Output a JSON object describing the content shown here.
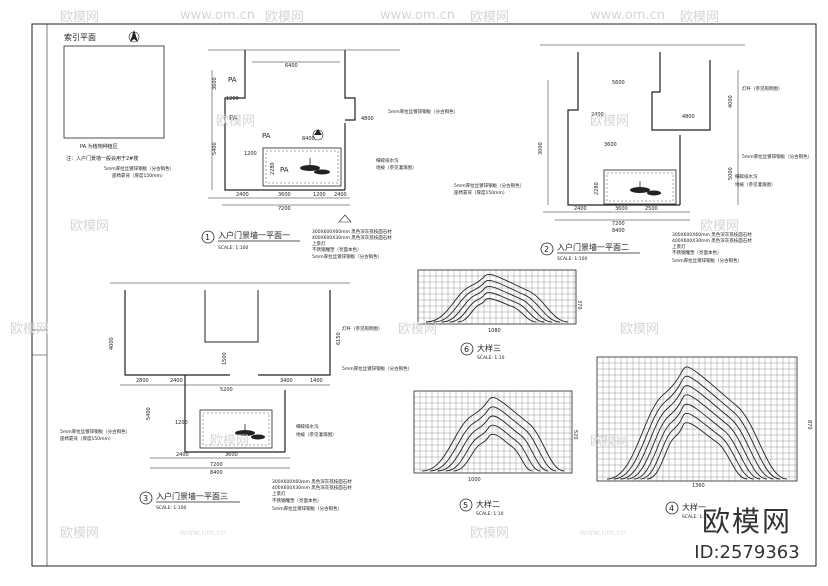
{
  "index_title": "索引平面",
  "legend": {
    "pa_note": "PA 为植物种植区",
    "entrance_note": "注：入户门景墙一般会用于2#楼"
  },
  "plan1": {
    "title": "入户门景墙一平面一",
    "scale": "SCALE: 1:100",
    "num": "1",
    "dims": [
      "6400",
      "3600",
      "1200",
      "4800",
      "5400",
      "2280",
      "1200",
      "2400",
      "3600",
      "1200",
      "2400",
      "7200",
      "8400"
    ],
    "pa": [
      "PA",
      "PA",
      "PA",
      "PA"
    ],
    "notes": [
      "5mm厚拉丝镀锌钢板（分古铜色）",
      "5mm厚拉丝镀锌钢板（分古铜色）",
      "座椅靠背（厚度150mm）",
      "300X600X60mm 黑色深灰荔枝面石材",
      "400X600X30mm 黑色深灰荔枝面石材",
      "上景灯",
      "不锈钢雕塑（亮面本色）",
      "5mm厚拉丝镀锌钢板（分古铜色）",
      "细碎排水沟",
      "地被（参见灌溉图）"
    ]
  },
  "plan2": {
    "title": "入户门景墙一平面二",
    "scale": "SCALE: 1:100",
    "num": "2",
    "dims": [
      "5600",
      "2400",
      "3600",
      "4800",
      "3000",
      "4000",
      "5000",
      "2400",
      "3600",
      "2500",
      "7200",
      "8400",
      "2280"
    ],
    "notes": [
      "灯杆（参见照明图）",
      "5mm厚拉丝镀锌钢板（分古铜色）",
      "5mm厚拉丝镀锌钢板（分古铜色）",
      "座椅靠背（厚度150mm）",
      "细碎排水沟",
      "地被（参见灌溉图）",
      "300X600X60mm 黑色深灰荔枝面石材",
      "400X600X30mm 黑色深灰荔枝面石材",
      "上景灯",
      "不锈钢雕塑（亮面本色）",
      "5mm厚拉丝镀锌钢板（分古铜色）"
    ]
  },
  "plan3": {
    "title": "入户门景墙一平面三",
    "scale": "SCALE: 1:100",
    "num": "3",
    "dims": [
      "2800",
      "2400",
      "5200",
      "3400",
      "1400",
      "4000",
      "6150",
      "1500",
      "3600",
      "1200",
      "2400",
      "7200",
      "8400",
      "5400"
    ],
    "notes": [
      "灯杆（参见照明图）",
      "5mm厚拉丝镀锌钢板（分古铜色）",
      "5mm厚拉丝镀锌钢板（分古铜色）",
      "座椅靠背（厚度150mm）",
      "细碎排水沟",
      "地被（参见灌溉图）",
      "300X600X60mm 黑色深灰荔枝面石材",
      "400X600X30mm 黑色深灰荔枝面石材",
      "上景灯",
      "不锈钢雕塑（亮面本色）",
      "5mm厚拉丝镀锌钢板（分古铜色）"
    ]
  },
  "detail4": {
    "num": "4",
    "title": "大样一",
    "scale": "SCALE: 1:10",
    "width": "1360",
    "height": "870"
  },
  "detail5": {
    "num": "5",
    "title": "大样二",
    "scale": "SCALE: 1:10",
    "width": "1000",
    "height": "520"
  },
  "detail6": {
    "num": "6",
    "title": "大样三",
    "scale": "SCALE: 1:10",
    "width": "1080",
    "height": "370"
  },
  "watermark": {
    "brand": "欧模网",
    "site": "www.om.cn"
  },
  "brand": {
    "logo": "欧模网",
    "id": "ID:2579363"
  },
  "colors": {
    "line": "#222222",
    "watermark": "#d6d6d6"
  }
}
